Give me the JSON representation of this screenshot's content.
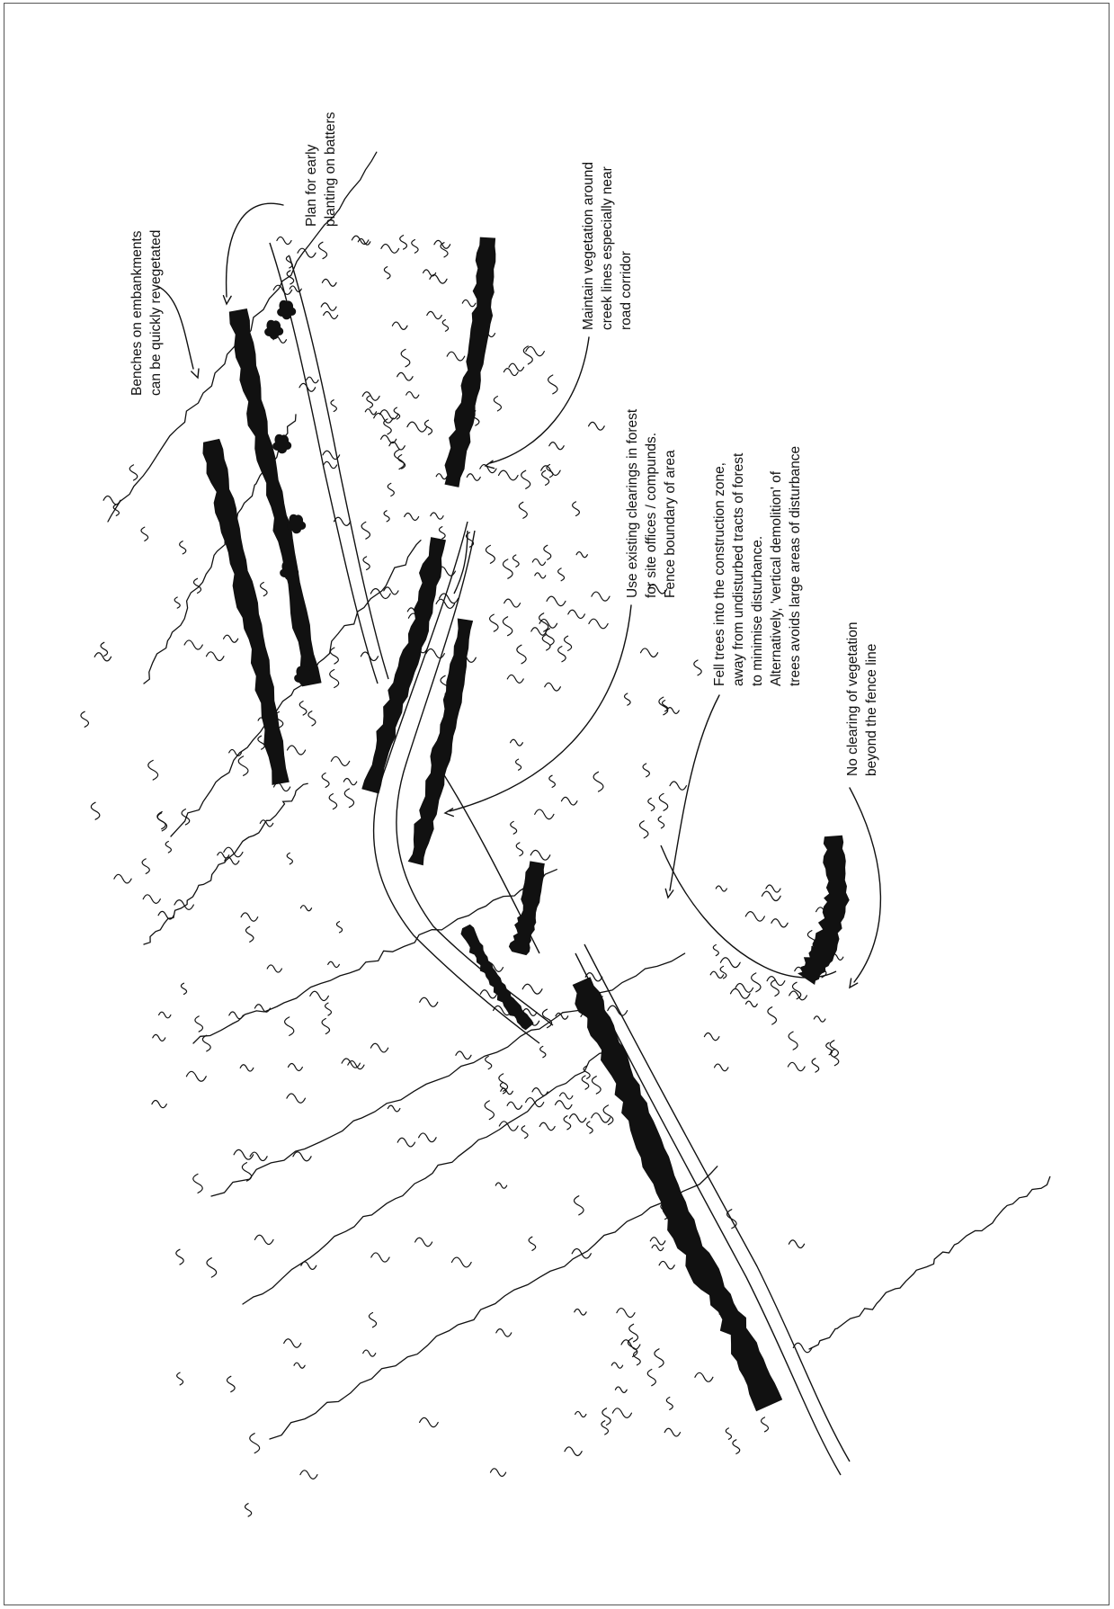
{
  "annotations": {
    "benches": [
      "Benches on embankments",
      "can be quickly revegetated"
    ],
    "early_planting": [
      "Plan for early",
      "planting on batters"
    ],
    "creek_lines": [
      "Maintain vegetation around",
      "creek lines especially near",
      "road corridor"
    ],
    "clearings": [
      "Use existing clearings in forest",
      "for site offices / compunds.",
      "Fence boundary of area"
    ],
    "fell_trees": [
      "Fell trees into the construction zone,",
      "away from undisturbed tracts of forest",
      "to minimise disturbance.",
      "Alternatively, 'vertical demolition' of",
      "trees avoids large areas of disturbance"
    ],
    "no_clearing": [
      "No clearing of vegetation",
      "beyond the fence line"
    ]
  },
  "colors": {
    "ink": "#111111",
    "frame": "#555555",
    "paper": "#ffffff"
  }
}
